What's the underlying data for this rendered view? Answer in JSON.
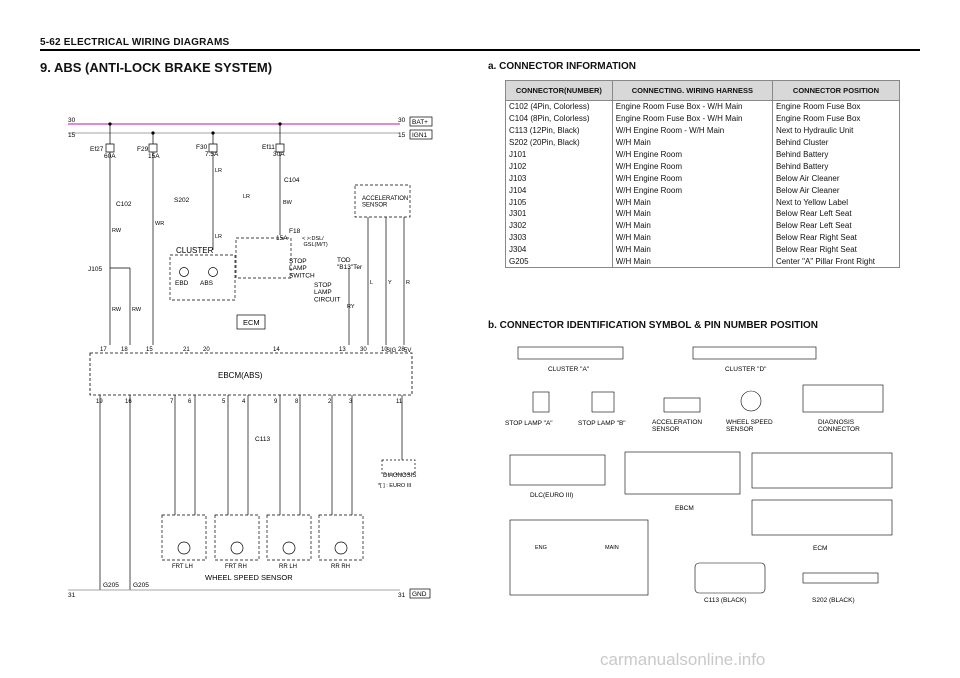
{
  "header": {
    "title": "5-62  ELECTRICAL WIRING DIAGRAMS"
  },
  "section": {
    "title": "9.  ABS (ANTI-LOCK BRAKE SYSTEM)"
  },
  "connector_info": {
    "title": "a.  CONNECTOR  INFORMATION",
    "columns": [
      "CONNECTOR(NUMBER)",
      "CONNECTING. WIRING HARNESS",
      "CONNECTOR POSITION"
    ],
    "rows": [
      [
        "C102 (4Pin, Colorless)",
        "Engine Room Fuse Box - W/H Main",
        "Engine Room Fuse Box"
      ],
      [
        "C104 (8Pin, Colorless)",
        "Engine Room Fuse Box - W/H Main",
        "Engine Room Fuse Box"
      ],
      [
        "C113 (12Pin, Black)",
        "W/H Engine Room - W/H Main",
        "Next to Hydraulic Unit"
      ],
      [
        "S202 (20Pin, Black)",
        "W/H  Main",
        "Behind Cluster"
      ],
      [
        "J101",
        "W/H Engine Room",
        "Behind Battery"
      ],
      [
        "J102",
        "W/H Engine Room",
        "Behind Battery"
      ],
      [
        "J103",
        "W/H Engine Room",
        "Below Air Cleaner"
      ],
      [
        "J104",
        "W/H Engine Room",
        "Below Air Cleaner"
      ],
      [
        "J105",
        "W/H  Main",
        "Next to Yellow Label"
      ],
      [
        "J301",
        "W/H  Main",
        "Below Rear Left Seat"
      ],
      [
        "J302",
        "W/H  Main",
        "Below Rear Left Seat"
      ],
      [
        "J303",
        "W/H  Main",
        "Below Rear Right Seat"
      ],
      [
        "J304",
        "W/H  Main",
        "Below Rear Right Seat"
      ],
      [
        "G205",
        "W/H  Main",
        "Center \"A\" Pillar Front Right"
      ]
    ]
  },
  "connector_id": {
    "title": "b.  CONNECTOR  IDENTIFICATION  SYMBOL  &  PIN  NUMBER  POSITION",
    "cluster_a": "CLUSTER  \"A\"",
    "cluster_d": "CLUSTER  \"D\"",
    "stop_lamp_a": "STOP LAMP \"A\"",
    "stop_lamp_b": "STOP LAMP \"B\"",
    "accel_sensor": "ACCELERATION\nSENSOR",
    "wheel_sensor": "WHEEL  SPEED\nSENSOR",
    "diag_conn": "DIAGNOSIS\nCONNECTOR",
    "dlc": "DLC(EURO  III)",
    "ebcm": "EBCM",
    "ecm": "ECM",
    "c113": "C113  (BLACK)",
    "s202": "S202  (BLACK)",
    "eng": "ENG",
    "main": "MAIN"
  },
  "schematic": {
    "bat": "BAT+",
    "ign": "IGN1",
    "gnd": "GND",
    "line30": "30",
    "line15": "15",
    "line31": "31",
    "ef27": "Ef27",
    "ef27_amp": "60A",
    "f29": "F29",
    "f29_amp": "15A",
    "f30": "F30",
    "f30_amp": "7.5A",
    "ef11": "Ef11",
    "ef11_amp": "30A",
    "c102": "C102",
    "c104": "C104",
    "s202": "S202",
    "j105": "J105",
    "f18": "F18",
    "f18_amp": "15A",
    "dsl": "< >:DSL/\n   GSL(M/T)",
    "cluster": "CLUSTER",
    "ebd": "EBD",
    "abs": "ABS",
    "stop_lamp_switch": "STOP\nLAMP\nSWITCH",
    "stop_lamp_circuit": "STOP\nLAMP\nCIRCUIT",
    "tod": "TOD\n\"B13\"Ter",
    "ecm": "ECM",
    "accel": "ACCELERATION\nSENSOR",
    "ebcm": "EBCM(ABS)",
    "sig": "SIG",
    "v5": "5V",
    "diag": "DIAGNOSIS",
    "euro": "*[ ] : EURO III",
    "wheel_sensor": "WHEEL SPEED SENSOR",
    "frt_lh": "FRT  LH",
    "frt_rh": "FRT  RH",
    "rr_lh": "RR  LH",
    "rr_rh": "RR  RH",
    "g205": "G205",
    "c113": "C113"
  },
  "watermark": "carmanualsonline.info"
}
